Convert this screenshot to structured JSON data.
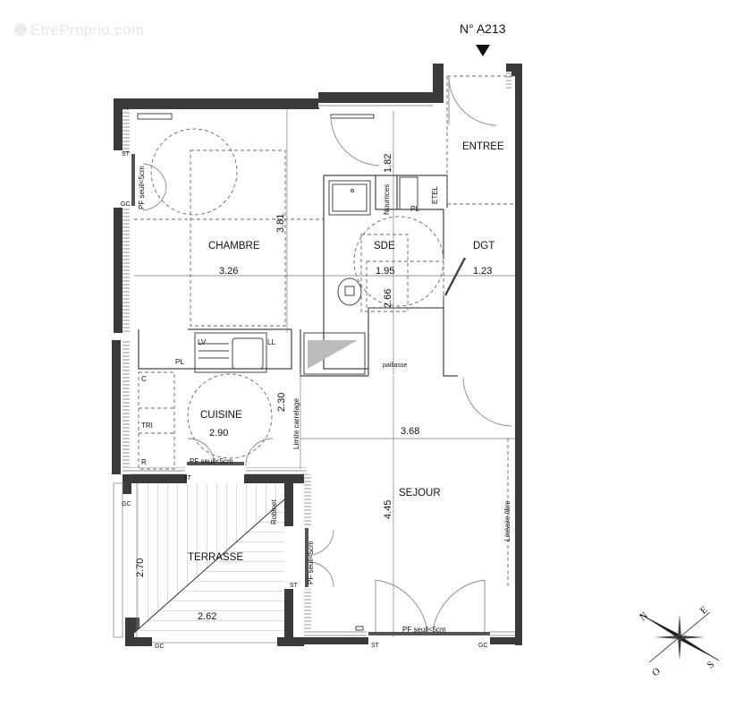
{
  "watermark": "EtreProprio.com",
  "unit": {
    "number": "N° A213"
  },
  "rooms": {
    "chambre": {
      "name": "CHAMBRE",
      "width": "3.26",
      "length": "3.81"
    },
    "entree": {
      "name": "ENTREE",
      "length": "1.82"
    },
    "sde": {
      "name": "SDE",
      "width": "1.95",
      "length": "2.66"
    },
    "dgt": {
      "name": "DGT",
      "width": "1.23"
    },
    "cuisine": {
      "name": "CUISINE",
      "width": "2.90",
      "length": "2.30"
    },
    "sejour": {
      "name": "SEJOUR",
      "width": "3.68",
      "length": "4.45"
    },
    "terrasse": {
      "name": "TERRASSE",
      "width": "2.62",
      "length": "2.70"
    }
  },
  "annotations": {
    "nourrices": "Nourrices",
    "pl": "PL",
    "etel": "ETEL",
    "paillasse": "paillasse",
    "lv": "LV",
    "ll": "LL",
    "c": "C",
    "tri": "TRI",
    "r": "R",
    "limite_carrelage": "Limite carrelage",
    "lineaire_libre": "Linéaire libre",
    "robinet": "Robinet",
    "pf_seuil": "PF seuil<5cm",
    "st": "ST",
    "gc": "GC"
  },
  "compass": {
    "n": "N",
    "e": "E",
    "s": "S",
    "o": "O"
  }
}
